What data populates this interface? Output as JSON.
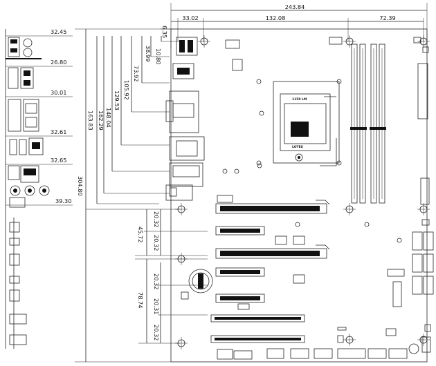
{
  "top_dims": {
    "overall": "243.84",
    "left": "33.02",
    "center": "132.08",
    "right": "72.39",
    "edge": "6.35"
  },
  "left_vertical_dims": [
    "10.80",
    "38.99",
    "73.92",
    "105.92",
    "129.53",
    "148.04",
    "162.29",
    "163.83",
    "304.80"
  ],
  "io_dims": [
    "32.45",
    "26.80",
    "30.01",
    "32.61",
    "32.65",
    "39.30"
  ],
  "slot_dims": [
    "20.32",
    "20.32",
    "45.72",
    "20.32",
    "20.31",
    "20.32",
    "78.74"
  ],
  "chip_labels": {
    "socket_top": "1150 LM",
    "socket_bottom": "LOTES"
  },
  "colors": {
    "line": "#222222",
    "fill": "#111111",
    "background": "#ffffff"
  }
}
